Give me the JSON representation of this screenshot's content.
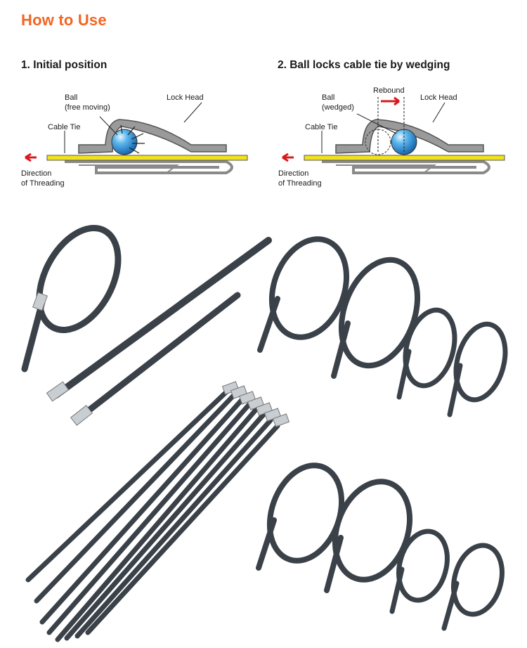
{
  "section_title": "How to Use",
  "steps": [
    {
      "heading": "1. Initial position",
      "labels": {
        "ball": "Ball",
        "ball_state": "(free moving)",
        "lock_head": "Lock Head",
        "cable_tie": "Cable Tie",
        "direction_line1": "Direction",
        "direction_line2": "of Threading"
      }
    },
    {
      "heading": "2. Ball locks cable tie by wedging",
      "labels": {
        "ball": "Ball",
        "ball_state": "(wedged)",
        "rebound": "Rebound",
        "lock_head": "Lock Head",
        "cable_tie": "Cable Tie",
        "direction_line1": "Direction",
        "direction_line2": "of Threading"
      }
    }
  ],
  "colors": {
    "accent": "#f26522",
    "arrow": "#d7191c",
    "cable_tie": "#f2e21e",
    "ball": "#2a8fd6",
    "lock_head": "#9a9a9a",
    "strap": "#3a4148"
  },
  "product_photo": {
    "subject": "stainless steel ball-lock cable ties, black coated"
  }
}
